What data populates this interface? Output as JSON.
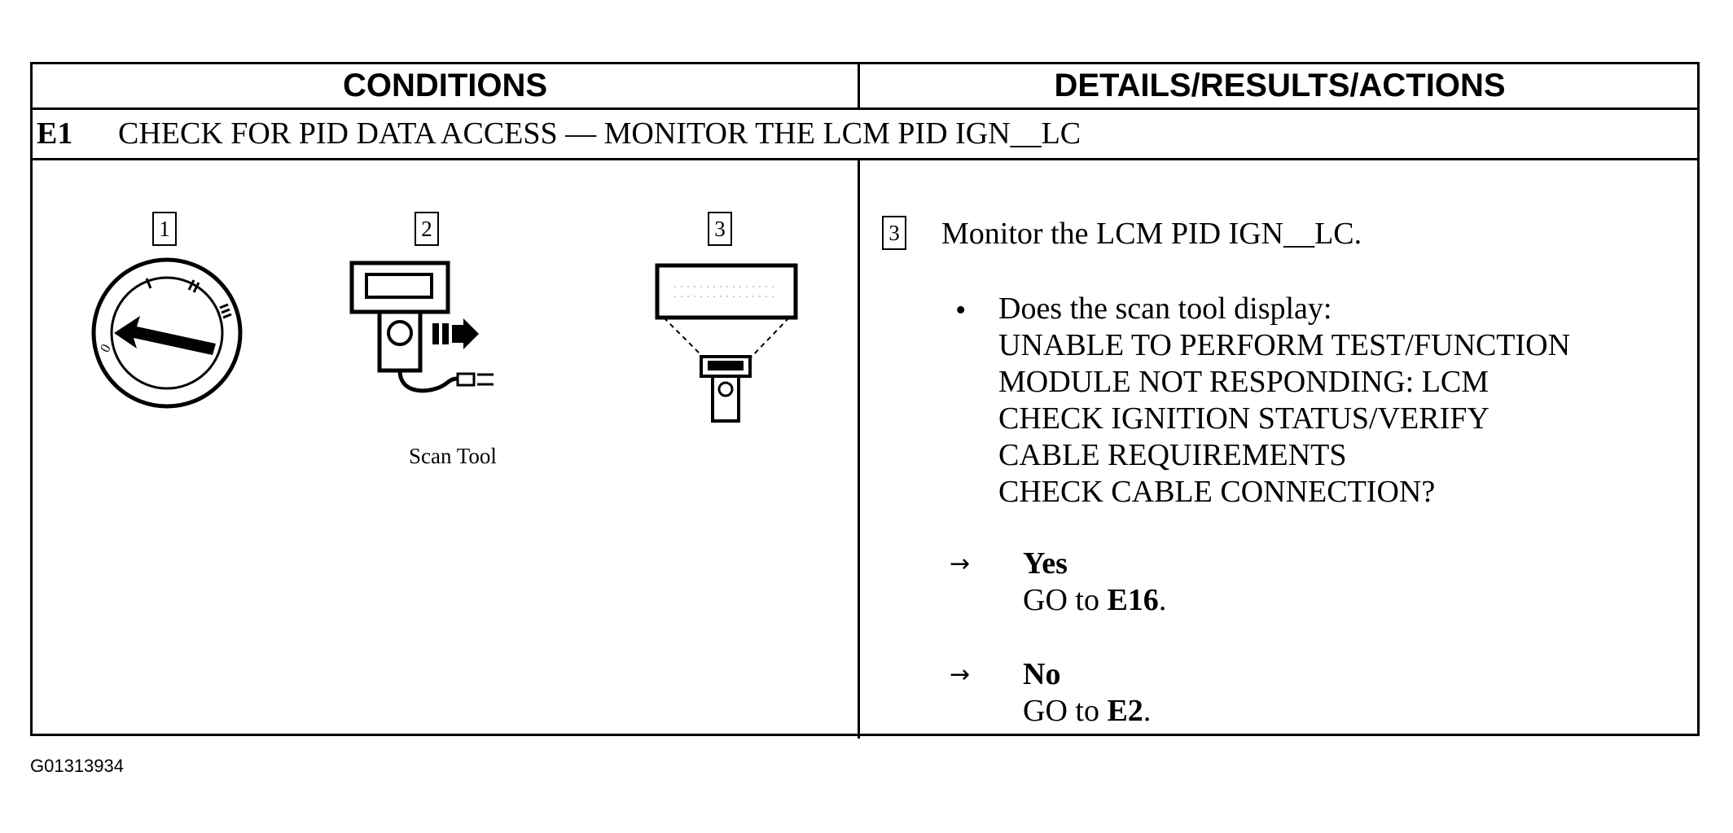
{
  "header": {
    "left": "CONDITIONS",
    "right": "DETAILS/RESULTS/ACTIONS"
  },
  "step": {
    "id": "E1",
    "title": "CHECK FOR PID DATA ACCESS — MONITOR THE LCM PID IGN__LC"
  },
  "figures": [
    {
      "number": "1",
      "icon": "ignition-switch-icon"
    },
    {
      "number": "2",
      "icon": "scan-tool-connect-icon",
      "caption": "Scan Tool"
    },
    {
      "number": "3",
      "icon": "scan-tool-display-icon"
    }
  ],
  "details": {
    "step_number": "3",
    "instruction": "Monitor the LCM PID IGN__LC.",
    "question_lines": [
      "Does the scan tool display:",
      "UNABLE TO PERFORM TEST/FUNCTION",
      "MODULE NOT RESPONDING: LCM",
      "CHECK IGNITION STATUS/VERIFY",
      "CABLE REQUIREMENTS",
      "CHECK CABLE CONNECTION?"
    ],
    "results": [
      {
        "arrow": "→",
        "answer": "Yes",
        "action_prefix": "GO to ",
        "target": "E16",
        "suffix": "."
      },
      {
        "arrow": "→",
        "answer": "No",
        "action_prefix": "GO to ",
        "target": "E2",
        "suffix": "."
      }
    ]
  },
  "figure_id": "G01313934"
}
